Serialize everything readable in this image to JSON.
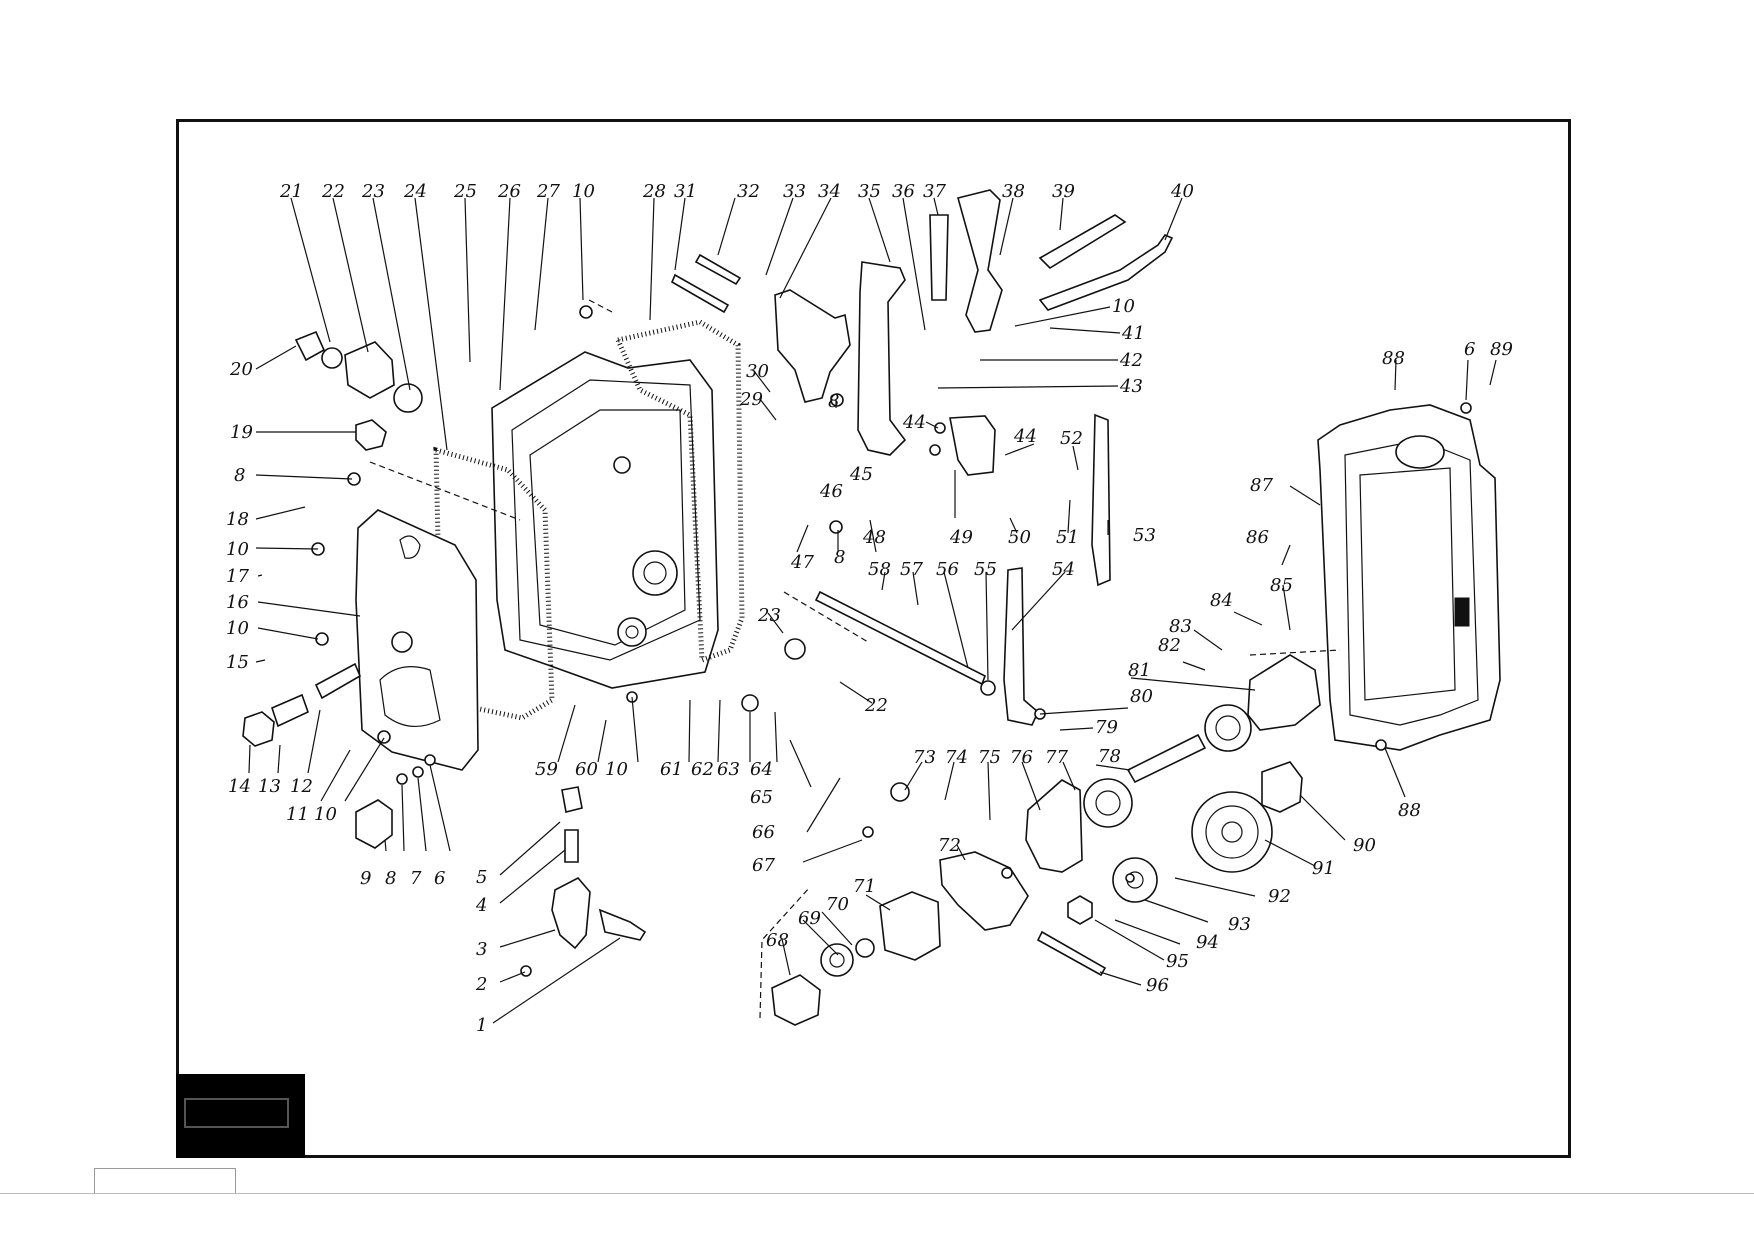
{
  "diagram": {
    "type": "exploded-assembly",
    "callouts": [
      {
        "id": "c21",
        "label": "21"
      },
      {
        "id": "c22",
        "label": "22"
      },
      {
        "id": "c23",
        "label": "23"
      },
      {
        "id": "c24",
        "label": "24"
      },
      {
        "id": "c25",
        "label": "25"
      },
      {
        "id": "c26",
        "label": "26"
      },
      {
        "id": "c27",
        "label": "27"
      },
      {
        "id": "c10a",
        "label": "10"
      },
      {
        "id": "c28",
        "label": "28"
      },
      {
        "id": "c31",
        "label": "31"
      },
      {
        "id": "c32",
        "label": "32"
      },
      {
        "id": "c33",
        "label": "33"
      },
      {
        "id": "c34",
        "label": "34"
      },
      {
        "id": "c35",
        "label": "35"
      },
      {
        "id": "c36",
        "label": "36"
      },
      {
        "id": "c37",
        "label": "37"
      },
      {
        "id": "c38",
        "label": "38"
      },
      {
        "id": "c39",
        "label": "39"
      },
      {
        "id": "c40",
        "label": "40"
      },
      {
        "id": "c10b",
        "label": "10"
      },
      {
        "id": "c41",
        "label": "41"
      },
      {
        "id": "c42",
        "label": "42"
      },
      {
        "id": "c43",
        "label": "43"
      },
      {
        "id": "c20",
        "label": "20"
      },
      {
        "id": "c19",
        "label": "19"
      },
      {
        "id": "c8a",
        "label": "8"
      },
      {
        "id": "c18",
        "label": "18"
      },
      {
        "id": "c10c",
        "label": "10"
      },
      {
        "id": "c17",
        "label": "17"
      },
      {
        "id": "c16",
        "label": "16"
      },
      {
        "id": "c10d",
        "label": "10"
      },
      {
        "id": "c15",
        "label": "15"
      },
      {
        "id": "c30",
        "label": "30"
      },
      {
        "id": "c29",
        "label": "29"
      },
      {
        "id": "c8b",
        "label": "8"
      },
      {
        "id": "c46",
        "label": "46"
      },
      {
        "id": "c45",
        "label": "45"
      },
      {
        "id": "c44a",
        "label": "44"
      },
      {
        "id": "c44b",
        "label": "44"
      },
      {
        "id": "c52",
        "label": "52"
      },
      {
        "id": "c49",
        "label": "49"
      },
      {
        "id": "c50",
        "label": "50"
      },
      {
        "id": "c51",
        "label": "51"
      },
      {
        "id": "c53",
        "label": "53"
      },
      {
        "id": "c47",
        "label": "47"
      },
      {
        "id": "c8c",
        "label": "8"
      },
      {
        "id": "c48",
        "label": "48"
      },
      {
        "id": "c58",
        "label": "58"
      },
      {
        "id": "c57",
        "label": "57"
      },
      {
        "id": "c56",
        "label": "56"
      },
      {
        "id": "c55",
        "label": "55"
      },
      {
        "id": "c54",
        "label": "54"
      },
      {
        "id": "c23b",
        "label": "23"
      },
      {
        "id": "c22b",
        "label": "22"
      },
      {
        "id": "c88a",
        "label": "88"
      },
      {
        "id": "c6a",
        "label": "6"
      },
      {
        "id": "c89",
        "label": "89"
      },
      {
        "id": "c87",
        "label": "87"
      },
      {
        "id": "c86",
        "label": "86"
      },
      {
        "id": "c85",
        "label": "85"
      },
      {
        "id": "c84",
        "label": "84"
      },
      {
        "id": "c83",
        "label": "83"
      },
      {
        "id": "c82",
        "label": "82"
      },
      {
        "id": "c81",
        "label": "81"
      },
      {
        "id": "c80",
        "label": "80"
      },
      {
        "id": "c79",
        "label": "79"
      },
      {
        "id": "c78",
        "label": "78"
      },
      {
        "id": "c88b",
        "label": "88"
      },
      {
        "id": "c14",
        "label": "14"
      },
      {
        "id": "c13",
        "label": "13"
      },
      {
        "id": "c12",
        "label": "12"
      },
      {
        "id": "c11",
        "label": "11"
      },
      {
        "id": "c10e",
        "label": "10"
      },
      {
        "id": "c9",
        "label": "9"
      },
      {
        "id": "c8d",
        "label": "8"
      },
      {
        "id": "c7",
        "label": "7"
      },
      {
        "id": "c6b",
        "label": "6"
      },
      {
        "id": "c59",
        "label": "59"
      },
      {
        "id": "c60",
        "label": "60"
      },
      {
        "id": "c10f",
        "label": "10"
      },
      {
        "id": "c61",
        "label": "61"
      },
      {
        "id": "c62",
        "label": "62"
      },
      {
        "id": "c63",
        "label": "63"
      },
      {
        "id": "c64",
        "label": "64"
      },
      {
        "id": "c65",
        "label": "65"
      },
      {
        "id": "c66",
        "label": "66"
      },
      {
        "id": "c67",
        "label": "67"
      },
      {
        "id": "c73",
        "label": "73"
      },
      {
        "id": "c74",
        "label": "74"
      },
      {
        "id": "c75",
        "label": "75"
      },
      {
        "id": "c76",
        "label": "76"
      },
      {
        "id": "c77",
        "label": "77"
      },
      {
        "id": "c90",
        "label": "90"
      },
      {
        "id": "c91",
        "label": "91"
      },
      {
        "id": "c92",
        "label": "92"
      },
      {
        "id": "c93",
        "label": "93"
      },
      {
        "id": "c94",
        "label": "94"
      },
      {
        "id": "c95",
        "label": "95"
      },
      {
        "id": "c96",
        "label": "96"
      },
      {
        "id": "c72",
        "label": "72"
      },
      {
        "id": "c71",
        "label": "71"
      },
      {
        "id": "c70",
        "label": "70"
      },
      {
        "id": "c69",
        "label": "69"
      },
      {
        "id": "c68",
        "label": "68"
      },
      {
        "id": "c5",
        "label": "5"
      },
      {
        "id": "c4",
        "label": "4"
      },
      {
        "id": "c3",
        "label": "3"
      },
      {
        "id": "c2",
        "label": "2"
      },
      {
        "id": "c1",
        "label": "1"
      }
    ]
  }
}
